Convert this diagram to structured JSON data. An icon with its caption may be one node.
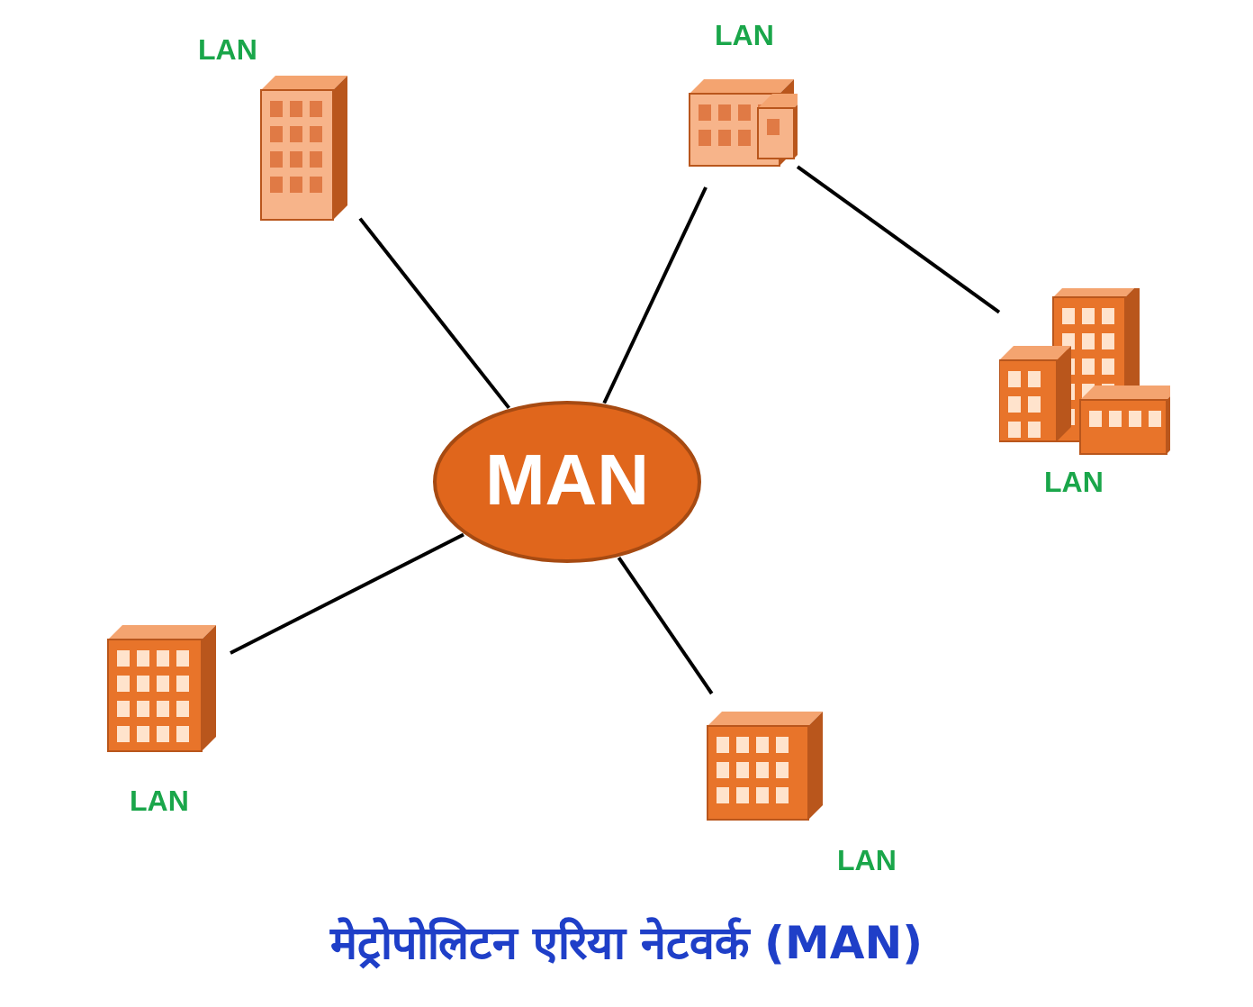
{
  "diagram": {
    "caption": "मेट्रोपोलिटन एरिया नेटवर्क (MAN)",
    "nodes": [
      {
        "text": [
          "MAN"
        ]
      },
      {
        "text": [],
        "shape": "building",
        "beside": [
          "LAN"
        ]
      },
      {
        "text": [],
        "shape": "building",
        "beside": [
          "LAN"
        ]
      },
      {
        "text": [],
        "shape": "building",
        "beside": [
          "LAN"
        ]
      },
      {
        "text": [],
        "shape": "building",
        "beside": [
          "LAN"
        ]
      },
      {
        "text": [],
        "shape": "building",
        "beside": [
          "LAN"
        ]
      }
    ],
    "edges": [
      {
        "from": 1,
        "to": 0,
        "arrow": "none"
      },
      {
        "from": 2,
        "to": 0,
        "arrow": "none"
      },
      {
        "from": 2,
        "to": 3,
        "arrow": "none"
      },
      {
        "from": 4,
        "to": 0,
        "arrow": "none"
      },
      {
        "from": 5,
        "to": 0,
        "arrow": "none"
      }
    ]
  }
}
